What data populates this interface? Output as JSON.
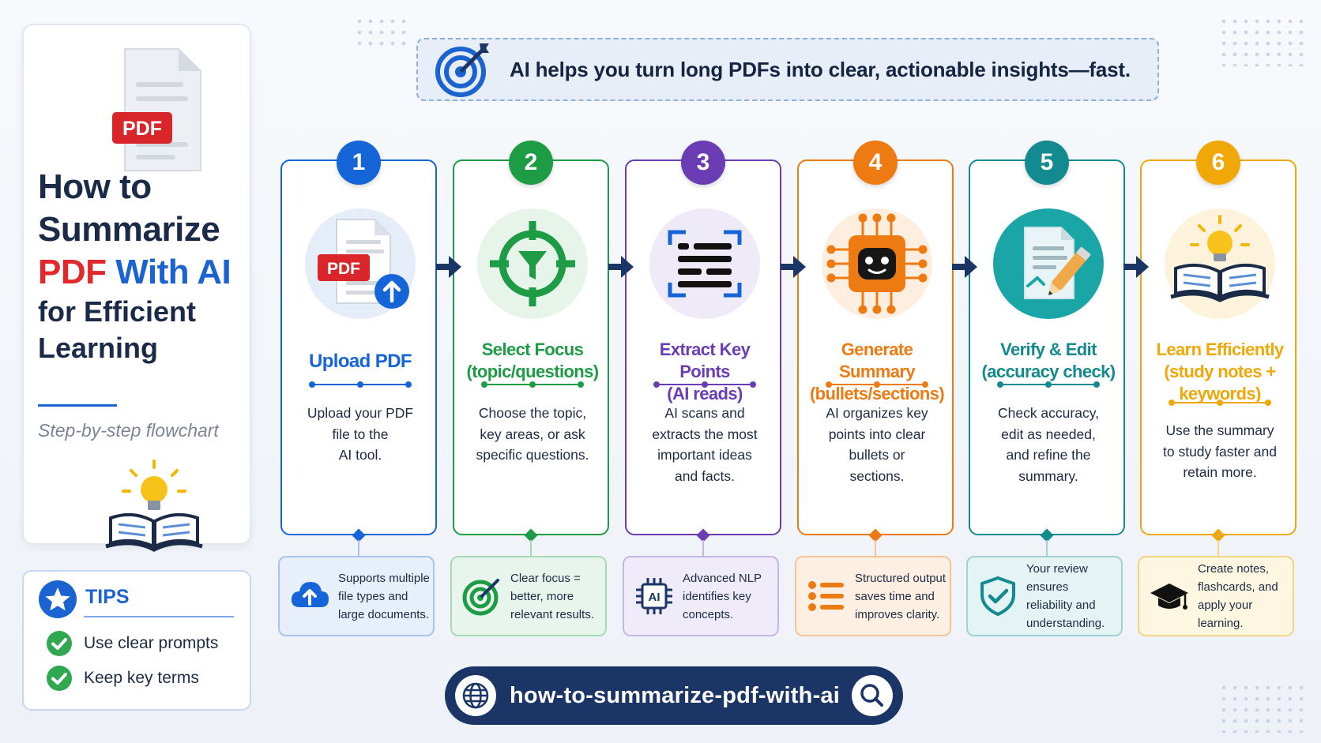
{
  "title_card": {
    "pdf_badge": "PDF",
    "title_line1": "How to",
    "title_line2": "Summarize",
    "title_line3_red": "PDF",
    "title_line3_blue": "With AI",
    "title_line4": "for Efficient",
    "title_line5": "Learning",
    "subtitle": "Step-by-step flowchart"
  },
  "tips": {
    "title": "TIPS",
    "items": [
      "Use clear prompts",
      "Keep key terms"
    ]
  },
  "banner": {
    "text": "AI helps you turn long PDFs into clear, actionable insights—fast."
  },
  "steps": [
    {
      "number": "1",
      "title_lines": [
        "Upload PDF"
      ],
      "desc_lines": [
        "Upload your PDF",
        "file to the",
        "AI tool."
      ],
      "color": "#1565d8",
      "icon": "upload-pdf-icon",
      "pdf_badge": "PDF",
      "note_lines": [
        "Supports multiple",
        "file types and",
        "large documents."
      ],
      "note_icon": "cloud-upload-icon"
    },
    {
      "number": "2",
      "title_lines": [
        "Select Focus",
        "(topic/questions)"
      ],
      "desc_lines": [
        "Choose the topic,",
        "key areas, or ask",
        "specific questions."
      ],
      "color": "#1e9b45",
      "icon": "target-filter-icon",
      "note_lines": [
        "Clear focus =",
        "better, more",
        "relevant results."
      ],
      "note_icon": "target-icon"
    },
    {
      "number": "3",
      "title_lines": [
        "Extract Key Points",
        "(AI reads)"
      ],
      "desc_lines": [
        "AI scans and",
        "extracts the most",
        "important ideas",
        "and facts."
      ],
      "color": "#6a3db5",
      "icon": "scan-text-icon",
      "note_lines": [
        "Advanced NLP",
        "identifies key",
        "concepts."
      ],
      "note_icon": "ai-chip-icon",
      "note_chip_label": "AI"
    },
    {
      "number": "4",
      "title_lines": [
        "Generate Summary",
        "(bullets/sections)"
      ],
      "desc_lines": [
        "AI organizes key",
        "points into clear",
        "bullets or",
        "sections."
      ],
      "color": "#ee7a12",
      "icon": "robot-chip-icon",
      "note_lines": [
        "Structured output",
        "saves time and",
        "improves clarity."
      ],
      "note_icon": "bullet-list-icon"
    },
    {
      "number": "5",
      "title_lines": [
        "Verify & Edit",
        "(accuracy check)"
      ],
      "desc_lines": [
        "Check accuracy,",
        "edit as needed,",
        "and refine the",
        "summary."
      ],
      "color": "#128a8f",
      "icon": "edit-document-icon",
      "note_lines": [
        "Your review ensures",
        "reliability and",
        "understanding."
      ],
      "note_icon": "shield-check-icon"
    },
    {
      "number": "6",
      "title_lines": [
        "Learn Efficiently",
        "(study notes +",
        "keywords)"
      ],
      "desc_lines": [
        "Use the summary",
        "to study faster and",
        "retain more."
      ],
      "color": "#f0a808",
      "icon": "book-lightbulb-icon",
      "note_lines": [
        "Create notes,",
        "flashcards, and",
        "apply your learning."
      ],
      "note_icon": "graduation-cap-icon"
    }
  ],
  "url": {
    "text": "how-to-summarize-pdf-with-ai"
  }
}
